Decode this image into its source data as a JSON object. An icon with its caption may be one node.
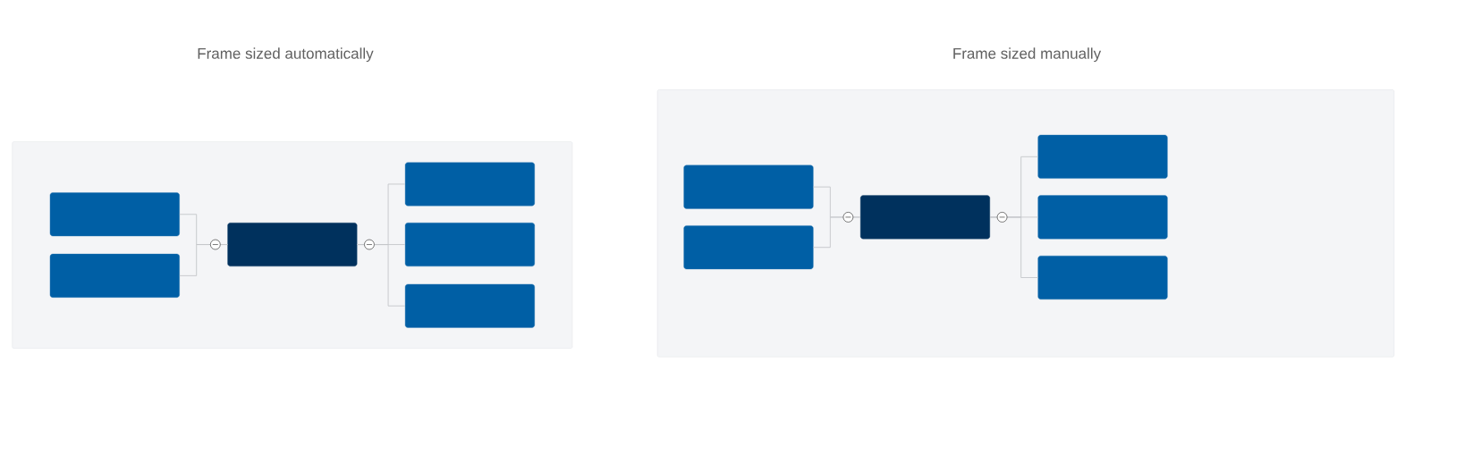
{
  "diagram": {
    "nodes": [
      {
        "text": [],
        "shape": "box"
      },
      {
        "text": [],
        "shape": "box",
        "in": 0
      },
      {
        "text": [],
        "shape": "box",
        "in": 0
      },
      {
        "text": [],
        "shape": "box",
        "in": 0
      },
      {
        "text": [],
        "shape": "box",
        "in": 0
      },
      {
        "text": [],
        "shape": "box",
        "in": 0
      },
      {
        "text": [],
        "shape": "box",
        "in": 0
      },
      {
        "text": [],
        "shape": "box"
      },
      {
        "text": [],
        "shape": "box",
        "in": 7
      },
      {
        "text": [],
        "shape": "box",
        "in": 7
      },
      {
        "text": [],
        "shape": "box",
        "in": 7
      },
      {
        "text": [],
        "shape": "box",
        "in": 7
      },
      {
        "text": [],
        "shape": "box",
        "in": 7
      },
      {
        "text": [],
        "shape": "box",
        "in": 7
      }
    ],
    "edges": [
      {
        "from": 1,
        "to": 3,
        "arrow": "none"
      },
      {
        "from": 2,
        "to": 3,
        "arrow": "none"
      },
      {
        "from": 3,
        "to": 4,
        "arrow": "none"
      },
      {
        "from": 3,
        "to": 5,
        "arrow": "none"
      },
      {
        "from": 3,
        "to": 6,
        "arrow": "none"
      },
      {
        "from": 8,
        "to": 10,
        "arrow": "none"
      },
      {
        "from": 9,
        "to": 10,
        "arrow": "none"
      },
      {
        "from": 10,
        "to": 11,
        "arrow": "none"
      },
      {
        "from": 10,
        "to": 12,
        "arrow": "none"
      },
      {
        "from": 10,
        "to": 13,
        "arrow": "none"
      }
    ],
    "labels": [
      "Frame sized automatically",
      "Frame sized manually"
    ]
  }
}
